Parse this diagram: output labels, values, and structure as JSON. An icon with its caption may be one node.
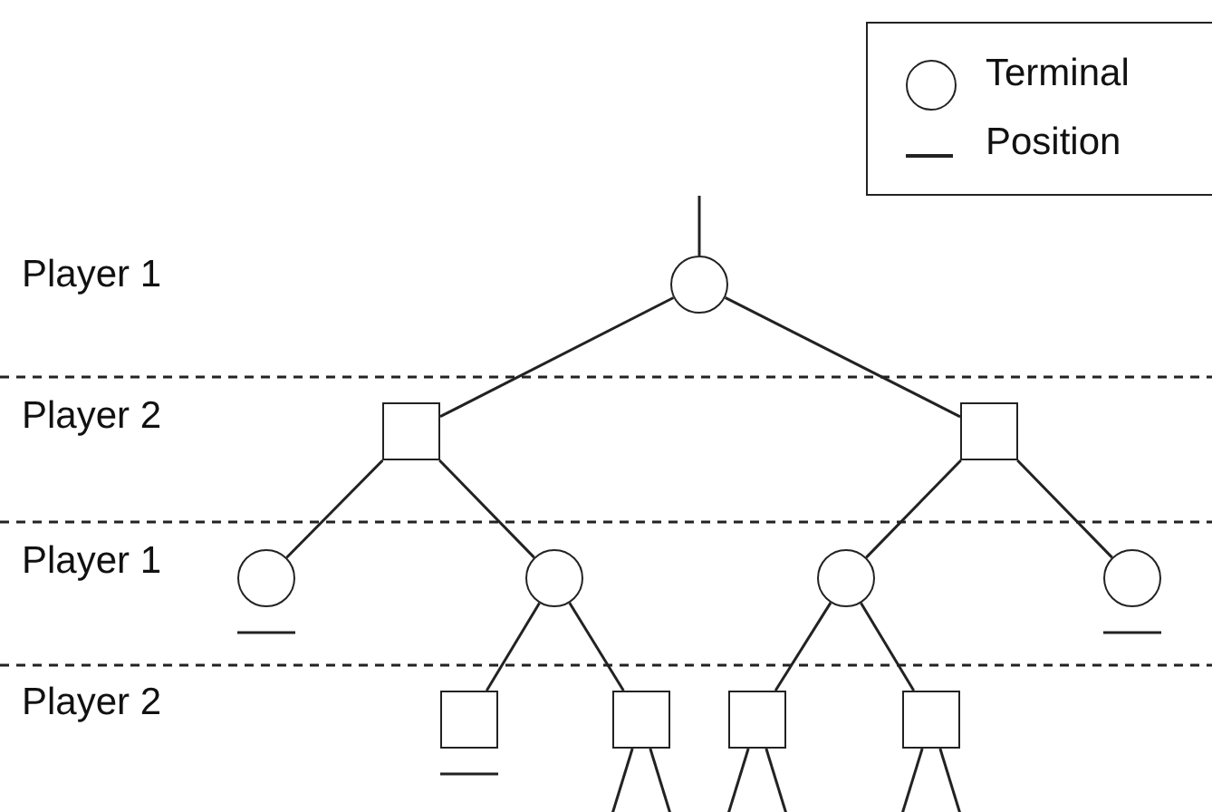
{
  "diagram": {
    "nodes": [
      {
        "text": [],
        "shape": "circle"
      },
      {
        "text": [],
        "shape": "box"
      },
      {
        "text": [],
        "shape": "box"
      },
      {
        "text": [],
        "shape": "circle"
      },
      {
        "text": [],
        "shape": "circle"
      },
      {
        "text": [],
        "shape": "circle"
      },
      {
        "text": [],
        "shape": "circle"
      },
      {
        "text": [],
        "shape": "box"
      },
      {
        "text": [],
        "shape": "box"
      },
      {
        "text": [],
        "shape": "box"
      },
      {
        "text": [],
        "shape": "box"
      }
    ],
    "edges": [
      {
        "from": null,
        "to": 0,
        "arrow": "none"
      },
      {
        "from": 0,
        "to": 1,
        "arrow": "none"
      },
      {
        "from": 0,
        "to": 2,
        "arrow": "none"
      },
      {
        "from": 1,
        "to": 3,
        "arrow": "none"
      },
      {
        "from": 1,
        "to": 4,
        "arrow": "none"
      },
      {
        "from": 2,
        "to": 5,
        "arrow": "none"
      },
      {
        "from": 2,
        "to": 6,
        "arrow": "none"
      },
      {
        "from": 4,
        "to": 7,
        "arrow": "none"
      },
      {
        "from": 4,
        "to": 8,
        "arrow": "none"
      },
      {
        "from": 5,
        "to": 9,
        "arrow": "none"
      },
      {
        "from": 5,
        "to": 10,
        "arrow": "none"
      },
      {
        "from": 8,
        "to": null,
        "arrow": "none"
      },
      {
        "from": 8,
        "to": null,
        "arrow": "none"
      },
      {
        "from": 9,
        "to": null,
        "arrow": "none"
      },
      {
        "from": 9,
        "to": null,
        "arrow": "none"
      },
      {
        "from": 10,
        "to": null,
        "arrow": "none"
      },
      {
        "from": 10,
        "to": null,
        "arrow": "none"
      }
    ],
    "labels": [
      "Player 1",
      "Player 2",
      "Player 1",
      "Player 2"
    ],
    "legend": [
      {
        "text": "Terminal"
      },
      {
        "text": "Position"
      }
    ]
  }
}
